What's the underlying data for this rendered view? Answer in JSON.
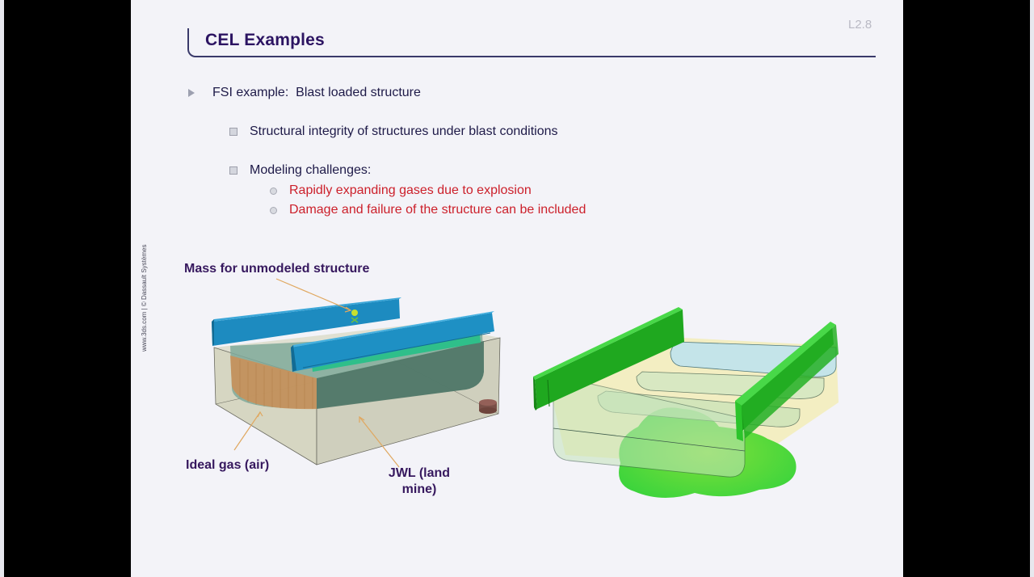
{
  "slide": {
    "number": "L2.8",
    "title": "CEL Examples",
    "watermark": "www.3ds.com | © Dassault Systèmes",
    "bullets": [
      {
        "level": 1,
        "text": "FSI example:  Blast loaded structure"
      },
      {
        "level": 2,
        "text": "Structural integrity of structures under blast conditions"
      },
      {
        "level": 2,
        "text": "Modeling challenges:",
        "children": [
          {
            "level": 3,
            "text": "Rapidly expanding gases due to explosion"
          },
          {
            "level": 3,
            "text": "Damage and failure of the structure can be included"
          }
        ]
      }
    ],
    "figures": {
      "left": {
        "description": "Initial CEL model: blast loaded structure with Eulerian domain",
        "labels": {
          "mass": "Mass for unmodeled structure",
          "ideal_gas": "Ideal gas (air)",
          "jwl_line1": "JWL (land",
          "jwl_line2": "mine)"
        }
      },
      "right": {
        "description": "Deformed structure after blast with expanding gas"
      }
    }
  },
  "colors": {
    "title": "#2c1462",
    "text": "#1e1a48",
    "highlight": "#cc1f2a",
    "label": "#36185e",
    "beam_blue": "#1f8fbf",
    "beam_green": "#2ec02e",
    "leader_line": "#e0a860",
    "background": "#f3f3f8"
  }
}
